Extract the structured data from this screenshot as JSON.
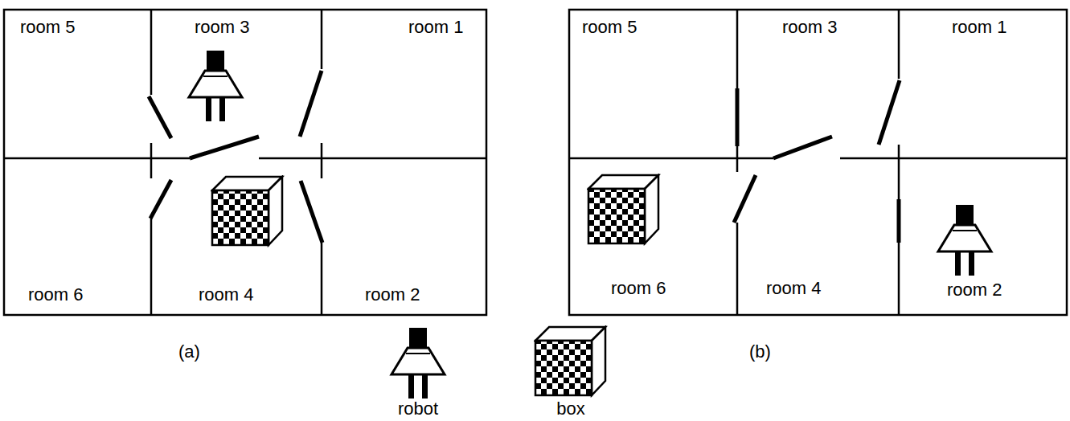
{
  "diagram": {
    "nodes": [
      {
        "text": [
          "room 5"
        ]
      },
      {
        "text": [
          "room 3"
        ]
      },
      {
        "text": [
          "room 1"
        ]
      },
      {
        "text": [
          "room 6"
        ]
      },
      {
        "text": [
          "room 4"
        ]
      },
      {
        "text": [
          "room 2"
        ]
      },
      {
        "text": [
          "room 5"
        ]
      },
      {
        "text": [
          "room 3"
        ]
      },
      {
        "text": [
          "room 1"
        ]
      },
      {
        "text": [
          "room 6"
        ]
      },
      {
        "text": [
          "room 4"
        ]
      },
      {
        "text": [
          "room 2"
        ]
      }
    ],
    "labels": [
      "(a)",
      "(b)"
    ],
    "legend": [
      {
        "text": "robot"
      },
      {
        "text": "box"
      }
    ]
  }
}
